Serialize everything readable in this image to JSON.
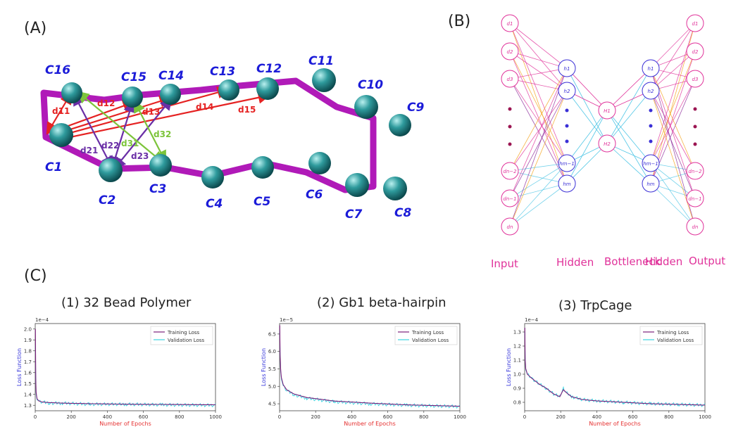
{
  "panels": {
    "a": "(A)",
    "b": "(B)",
    "c": "(C)"
  },
  "polymer": {
    "beads": [
      "C16",
      "C15",
      "C14",
      "C13",
      "C12",
      "C11",
      "C10",
      "C9",
      "C1",
      "C2",
      "C3",
      "C4",
      "C5",
      "C6",
      "C7",
      "C8"
    ],
    "red_distances": [
      "d11",
      "d12",
      "d13",
      "d14",
      "d15"
    ],
    "purple_distances": [
      "d21",
      "d22",
      "d23"
    ],
    "green_distances": [
      "d31",
      "d32"
    ]
  },
  "autoencoder": {
    "labels": {
      "input": "Input",
      "hidden1": "Hidden",
      "bottleneck": "Bottleneck",
      "hidden2": "Hidden",
      "output": "Output"
    },
    "input_nodes": [
      "d1",
      "d2",
      "d3",
      "dn−2",
      "dn−1",
      "dn"
    ],
    "hidden_nodes": [
      "h1",
      "h2",
      "hm−1",
      "hm"
    ],
    "bottleneck_nodes": [
      "H1",
      "H2"
    ],
    "colors": {
      "node": "#e0329a",
      "hidden": "#3a2fd6",
      "orange": "#f4a21a",
      "cyan": "#52c7e6",
      "purple": "#8c2a9a"
    }
  },
  "plots": {
    "titles": [
      "(1) 32 Bead Polymer",
      "(2) Gb1 beta-hairpin",
      "(3) TrpCage"
    ],
    "xlabel": "Number of Epochs",
    "ylabel": "Loss Function",
    "legend": {
      "training": "Training Loss",
      "validation": "Validation Loss"
    },
    "offsets": [
      "1e−4",
      "1e−5",
      "1e−4"
    ]
  },
  "chart_data": [
    {
      "type": "line",
      "title": "(1) 32 Bead Polymer",
      "xlabel": "Number of Epochs",
      "ylabel": "Loss Function",
      "xlim": [
        0,
        1000
      ],
      "ylim": [
        1.25,
        2.05
      ],
      "y_multiplier": "1e-4",
      "xticks": [
        0,
        200,
        400,
        600,
        800,
        1000
      ],
      "yticks": [
        1.3,
        1.4,
        1.5,
        1.6,
        1.7,
        1.8,
        1.9,
        2.0
      ],
      "series": [
        {
          "name": "Training Loss",
          "color": "#7b1f7b",
          "x": [
            1,
            3,
            5,
            10,
            20,
            40,
            80,
            150,
            300,
            500,
            700,
            1000
          ],
          "y": [
            2.0,
            1.55,
            1.42,
            1.36,
            1.34,
            1.33,
            1.325,
            1.32,
            1.315,
            1.31,
            1.308,
            1.305
          ]
        },
        {
          "name": "Validation Loss",
          "color": "#3cd3e0",
          "x": [
            1,
            3,
            5,
            10,
            20,
            40,
            80,
            150,
            300,
            500,
            700,
            1000
          ],
          "y": [
            1.85,
            1.5,
            1.4,
            1.35,
            1.34,
            1.33,
            1.32,
            1.32,
            1.31,
            1.31,
            1.305,
            1.3
          ]
        }
      ]
    },
    {
      "type": "line",
      "title": "(2) Gb1 beta-hairpin",
      "xlabel": "Number of Epochs",
      "ylabel": "Loss Function",
      "xlim": [
        0,
        1000
      ],
      "ylim": [
        4.3,
        6.8
      ],
      "y_multiplier": "1e-5",
      "xticks": [
        0,
        200,
        400,
        600,
        800,
        1000
      ],
      "yticks": [
        4.5,
        5.0,
        5.5,
        6.0,
        6.5
      ],
      "series": [
        {
          "name": "Training Loss",
          "color": "#7b1f7b",
          "x": [
            1,
            3,
            6,
            10,
            20,
            40,
            80,
            150,
            300,
            500,
            700,
            1000
          ],
          "y": [
            6.75,
            5.9,
            5.5,
            5.25,
            5.05,
            4.9,
            4.78,
            4.68,
            4.58,
            4.52,
            4.47,
            4.43
          ]
        },
        {
          "name": "Validation Loss",
          "color": "#3cd3e0",
          "x": [
            1,
            3,
            6,
            10,
            20,
            40,
            80,
            150,
            300,
            500,
            700,
            1000
          ],
          "y": [
            6.6,
            5.85,
            5.45,
            5.2,
            5.02,
            4.88,
            4.76,
            4.66,
            4.56,
            4.5,
            4.46,
            4.42
          ]
        }
      ]
    },
    {
      "type": "line",
      "title": "(3) TrpCage",
      "xlabel": "Number of Epochs",
      "ylabel": "Loss Function",
      "xlim": [
        0,
        1000
      ],
      "ylim": [
        0.74,
        1.36
      ],
      "y_multiplier": "1e-4",
      "xticks": [
        0,
        200,
        400,
        600,
        800,
        1000
      ],
      "yticks": [
        0.8,
        0.9,
        1.0,
        1.1,
        1.2,
        1.3
      ],
      "series": [
        {
          "name": "Training Loss",
          "color": "#7b1f7b",
          "x": [
            1,
            3,
            6,
            15,
            40,
            80,
            120,
            160,
            195,
            215,
            230,
            260,
            320,
            400,
            550,
            700,
            850,
            1000
          ],
          "y": [
            1.33,
            1.1,
            1.04,
            1.0,
            0.97,
            0.93,
            0.9,
            0.86,
            0.84,
            0.89,
            0.87,
            0.84,
            0.82,
            0.81,
            0.8,
            0.79,
            0.785,
            0.78
          ]
        },
        {
          "name": "Validation Loss",
          "color": "#3cd3e0",
          "x": [
            1,
            3,
            6,
            15,
            40,
            80,
            120,
            160,
            195,
            215,
            230,
            260,
            320,
            400,
            550,
            700,
            850,
            1000
          ],
          "y": [
            1.3,
            1.09,
            1.03,
            1.0,
            0.97,
            0.93,
            0.9,
            0.86,
            0.84,
            0.9,
            0.87,
            0.84,
            0.82,
            0.81,
            0.8,
            0.79,
            0.785,
            0.78
          ]
        }
      ]
    }
  ]
}
